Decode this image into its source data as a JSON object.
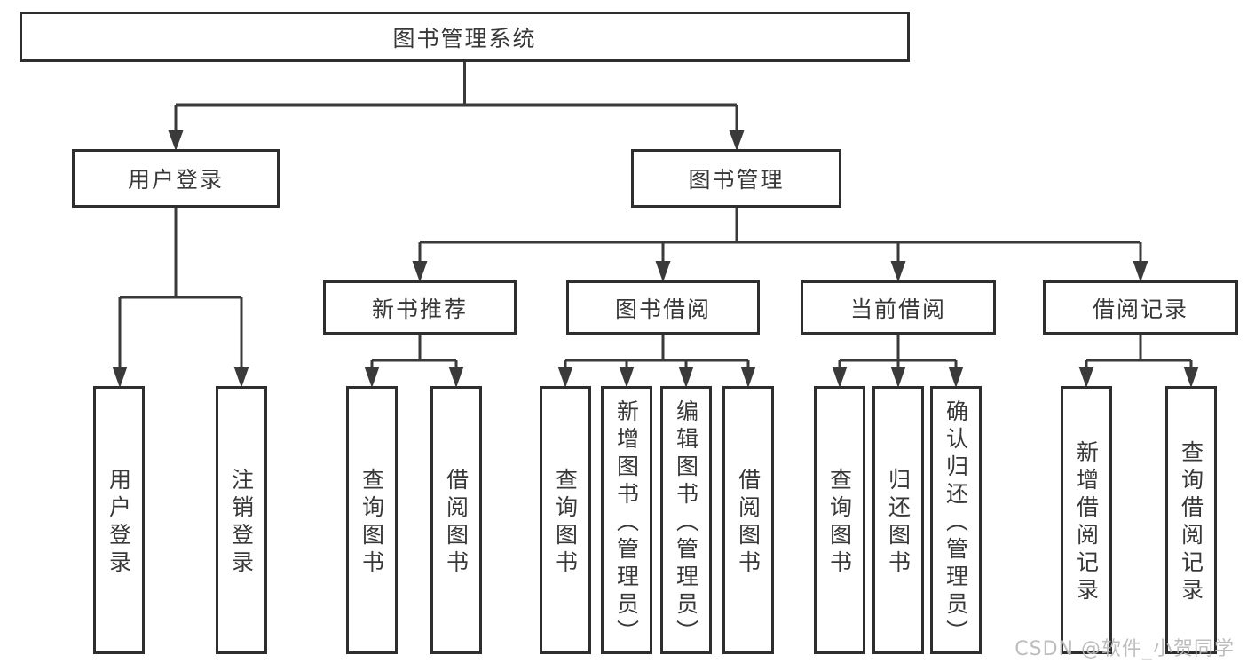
{
  "tree": {
    "root": {
      "label": "图书管理系统"
    },
    "children": [
      {
        "label": "用户登录",
        "children": [
          {
            "label": "用户登录"
          },
          {
            "label": "注销登录"
          }
        ]
      },
      {
        "label": "图书管理",
        "children": [
          {
            "label": "新书推荐",
            "children": [
              {
                "label": "查询图书"
              },
              {
                "label": "借阅图书"
              }
            ]
          },
          {
            "label": "图书借阅",
            "children": [
              {
                "label": "查询图书"
              },
              {
                "label": "新增图书（管理员）"
              },
              {
                "label": "编辑图书（管理员）"
              },
              {
                "label": "借阅图书"
              }
            ]
          },
          {
            "label": "当前借阅",
            "children": [
              {
                "label": "查询图书"
              },
              {
                "label": "归还图书"
              },
              {
                "label": "确认归还（管理员）"
              }
            ]
          },
          {
            "label": "借阅记录",
            "children": [
              {
                "label": "新增借阅记录"
              },
              {
                "label": "查询借阅记录"
              }
            ]
          }
        ]
      }
    ]
  },
  "watermark": {
    "text": "CSDN @软件_小贺同学"
  },
  "colors": {
    "line": "#3a3a3a",
    "box_border": "#2e2e2e",
    "text": "#383838",
    "watermark": "#b9b9b9",
    "background": "#ffffff"
  }
}
